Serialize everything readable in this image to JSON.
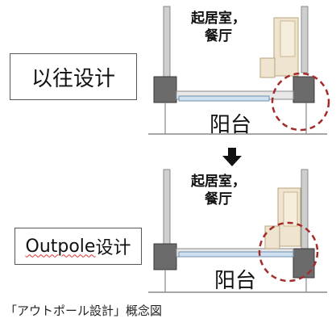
{
  "colors": {
    "wall": "#6b6b6b",
    "wall_stroke": "#3a3a3a",
    "window": "#cfe1f0",
    "window_frame": "#6c8fb0",
    "sofa_fill": "#efe4cf",
    "sofa_stroke": "#b9a47e",
    "dashed_circle": "#a52a2a",
    "arrow": "#111111"
  },
  "top": {
    "design_label": "以往设计",
    "room_line1": "起居室，",
    "room_line2": "餐厅",
    "balcony_label": "阳台"
  },
  "bottom": {
    "design_label_prefix": "Outpole",
    "design_label_suffix": "设计",
    "room_line1": "起居室，",
    "room_line2": "餐厅",
    "balcony_label": "阳台"
  },
  "caption": "「アウトポール設計」概念図",
  "icons": {
    "arrow": "arrow-down-icon",
    "sofa": "sofa-icon"
  }
}
